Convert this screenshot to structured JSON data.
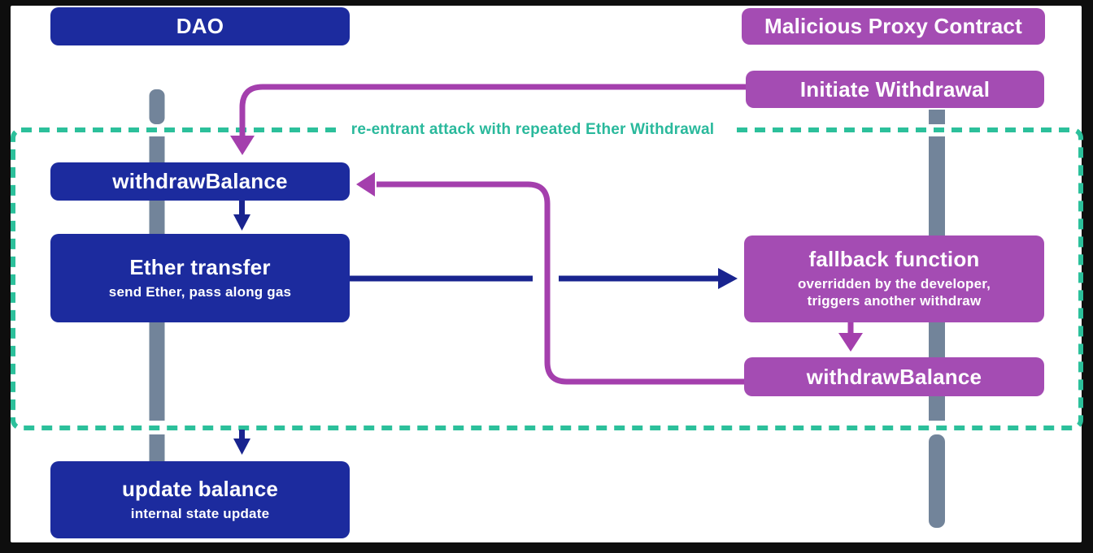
{
  "lanes": {
    "dao": {
      "header": "DAO"
    },
    "proxy": {
      "header": "Malicious Proxy Contract"
    }
  },
  "nodes": {
    "initiate": {
      "title": "Initiate Withdrawal"
    },
    "withdraw_dao": {
      "title": "withdrawBalance"
    },
    "ether_transfer": {
      "title": "Ether transfer",
      "subtitle": "send Ether, pass along gas"
    },
    "fallback": {
      "title": "fallback function",
      "subtitle_line1": "overridden by the developer,",
      "subtitle_line2": "triggers another withdraw"
    },
    "withdraw_proxy": {
      "title": "withdrawBalance"
    },
    "update_balance": {
      "title": "update balance",
      "subtitle": "internal state update"
    }
  },
  "annotation": {
    "label": "re-entrant attack with repeated Ether Withdrawal"
  },
  "colors": {
    "dao_blue": "#1c2b9e",
    "proxy_purple": "#a44cb3",
    "arrow_blue": "#19248f",
    "arrow_purple": "#a43fad",
    "boundary_teal": "#2cc09b",
    "label_teal": "#2ab99c",
    "lifeline_gray": "#72849a",
    "canvas_white": "#ffffff",
    "frame_black": "#0e0e0e"
  }
}
